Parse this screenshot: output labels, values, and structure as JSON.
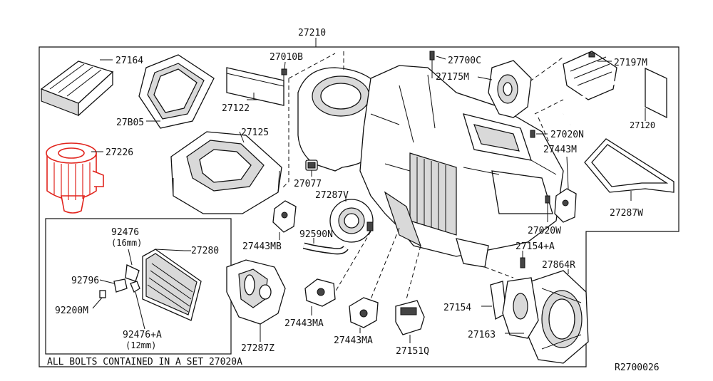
{
  "diagram": {
    "labels": {
      "p27210": "27210",
      "p27164": "27164",
      "p27010B": "27010B",
      "p27700C": "27700C",
      "p27175M": "27175M",
      "p27197M": "27197M",
      "p27122": "27122",
      "p27B05": "27B05",
      "p27125": "27125",
      "p27226": "27226",
      "p27120": "27120",
      "p27020N": "27020N",
      "p27443M": "27443M",
      "p27077": "27077",
      "p27287V": "27287V",
      "p27287W": "27287W",
      "p27443MB": "27443MB",
      "p92590N": "92590N",
      "p27020W": "27020W",
      "p27154A": "27154+A",
      "p27280": "27280",
      "p92476": "92476",
      "p92476_note": "(16mm)",
      "p92796": "92796",
      "p92200M": "92200M",
      "p92476A": "92476+A",
      "p92476A_note": "(12mm)",
      "p27864R": "27864R",
      "p27154": "27154",
      "p27163": "27163",
      "p27443MA_1": "27443MA",
      "p27443MA_2": "27443MA",
      "p27151Q": "27151Q",
      "p27287Z": "27287Z"
    },
    "footer_note": "ALL BOLTS CONTAINED IN A SET 27020A",
    "diagram_code": "R2700026",
    "highlight_color": "#e1241d",
    "highlighted_part": "27226"
  }
}
